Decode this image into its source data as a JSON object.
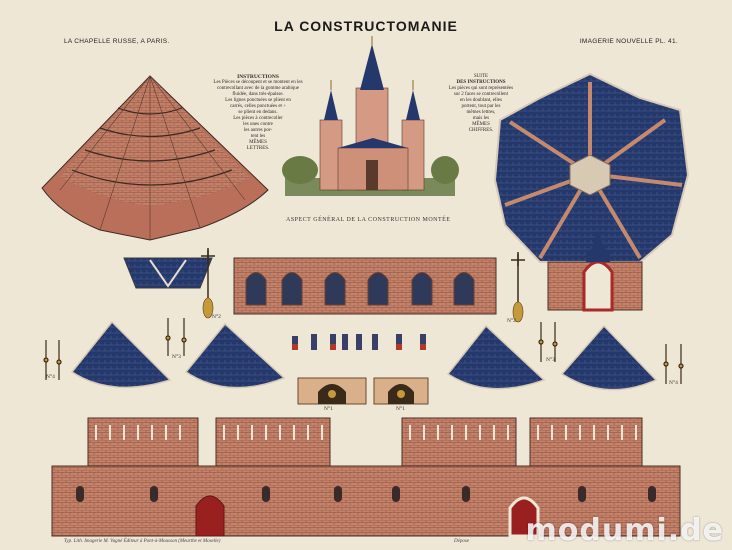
{
  "title": "LA CONSTRUCTOMANIE",
  "header_left": "LA CHAPELLE RUSSE, A PARIS.",
  "header_right": "IMAGERIE NOUVELLE PL. 41.",
  "instructions": {
    "heading": "INSTRUCTIONS",
    "lines": [
      "Les Pièces se découpent et se montent en les",
      "contrecollant avec de la gomme arabique",
      "fluidée, dans très-épaisse.",
      "Les lignes ponctuées se plient en",
      "carrés, celles ponctuées et ÷",
      "se plient en dedans.",
      "Les pièces à contrecoller",
      "les unes contre",
      "les autres por-",
      "tent les",
      "MÊMES",
      "LETTRES."
    ]
  },
  "instructions_suite": {
    "heading_1": "SUITE",
    "heading_2": "DES INSTRUCTIONS",
    "lines": [
      "Les pièces qui sont représentées",
      "sur 2 faces se contrecollent",
      "en les doublant, elles",
      "portent, tout par les",
      "mêmes lettres,",
      "mais les",
      "MÊMES",
      "CHIFFRES."
    ]
  },
  "church_caption": "ASPECT GÉNÉRAL DE LA CONSTRUCTION MONTÉE",
  "labels": {
    "n2_a": "N°2",
    "n3_a": "N°3",
    "n2_b": "N°2",
    "n3_b": "N°3",
    "n4_a": "N°4",
    "n4_b": "N°4",
    "n1_a": "N°1",
    "n1_b": "N°1"
  },
  "footer_left": "Typ. Lith. Imagerie M. Vagné    Éditeur à Pont-à-Mousson (Meurthe et Moselle)",
  "footer_right": "Dépose",
  "watermark": "modumi.de",
  "colors": {
    "paper": "#efe7d6",
    "brick": "#b8735e",
    "roof_blue": "#223566",
    "gold": "#c59a3a"
  }
}
